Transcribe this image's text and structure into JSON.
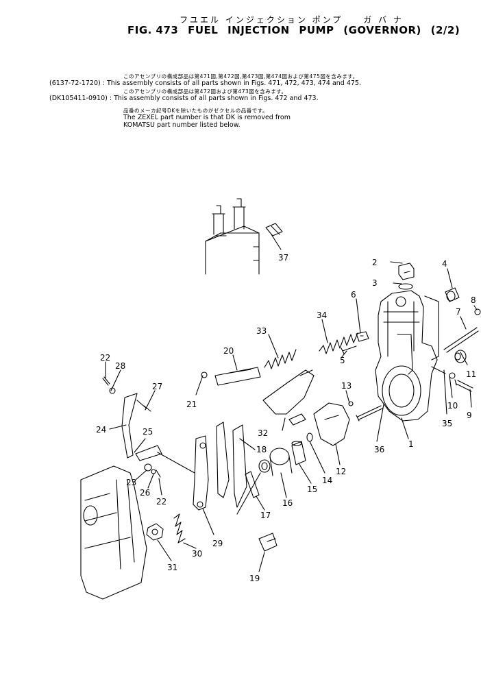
{
  "header": {
    "title_jp": "フユエル インジェクション ポンプ　　ガ バ ナ",
    "fig_label": "FIG. 473",
    "title_parts": [
      "FUEL",
      "INJECTION",
      "PUMP",
      "(GOVERNOR)",
      "(2/2)"
    ]
  },
  "notes": [
    {
      "jp": "このアセンブリの構成部品は第471図,第472図,第473図,第474図および第475図を含みます。",
      "code": "(6137-72-1720) :",
      "en": "This assembly consists of all parts shown in Figs. 471, 472, 473, 474 and 475."
    },
    {
      "jp": "このアセンブリの構成部品は第472図および第473図を含みます。",
      "code": "(DK105411-0910) :",
      "en": "This assembly consists of all parts shown in Figs. 472 and 473."
    },
    {
      "jp": "品番のメーカ記号DKを除いたものがゼクセルの品番です。",
      "lines": [
        "The ZEXEL part number is that DK is removed from",
        "KOMATSU part number listed below."
      ]
    }
  ],
  "callouts": [
    "1",
    "2",
    "3",
    "4",
    "5",
    "6",
    "7",
    "8",
    "9",
    "10",
    "11",
    "12",
    "13",
    "14",
    "15",
    "16",
    "17",
    "18",
    "19",
    "20",
    "21",
    "22",
    "22",
    "23",
    "24",
    "25",
    "26",
    "27",
    "28",
    "29",
    "30",
    "31",
    "32",
    "33",
    "34",
    "35",
    "36",
    "37"
  ]
}
